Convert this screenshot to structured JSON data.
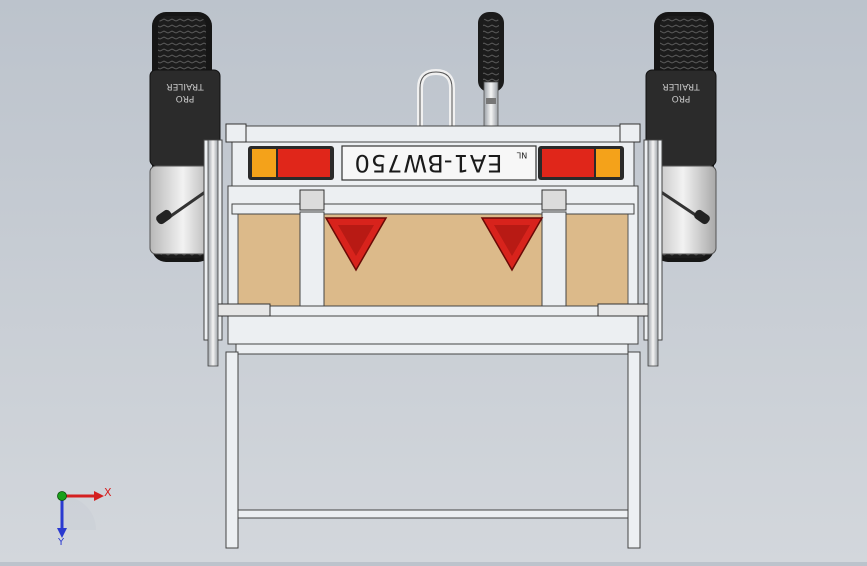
{
  "viewport": {
    "background_top": "#bcc3cc",
    "background_bottom": "#d3d7dc"
  },
  "trailer": {
    "plate_text": "EA1-BW750",
    "plate_country": "NL",
    "fender_left_text": [
      "TRAILER",
      "PRO"
    ],
    "fender_right_text": [
      "TRAILER",
      "PRO"
    ],
    "colors": {
      "frame": "#e9ecef",
      "frame_edge": "#4a4a4a",
      "bed_wood": "#dcba8a",
      "tire": "#1c1c1c",
      "fender": "#2b2b2b",
      "light_red": "#e0261a",
      "light_amber": "#f4a21a",
      "reflector_red": "#d8231c"
    }
  },
  "triad": {
    "x_label": "X",
    "y_label": "Y",
    "x_color": "#d42020",
    "y_color": "#1aa01a",
    "z_color": "#2a3ad0"
  }
}
